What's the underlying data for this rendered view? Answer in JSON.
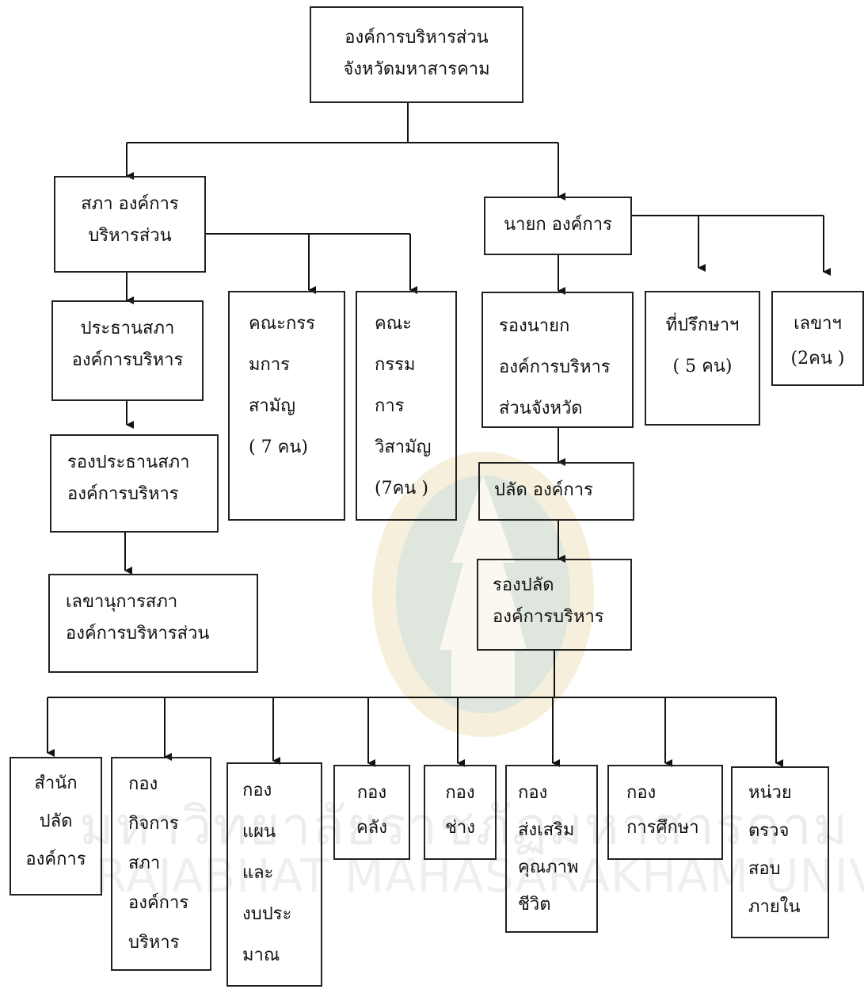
{
  "watermark": {
    "line1": "มหาวิทยาลัยราชภัฏมหาสารคาม",
    "line2": "RAJABHAT MAHASARAKHAM UNIVERSITY"
  },
  "boxes": {
    "root": "องค์การบริหารส่วน\nจังหวัดมหาสารคาม",
    "council": "สภา องค์การ\nบริหารส่วน",
    "council_chair": "ประธานสภา\nองค์การบริหาร",
    "council_vice_chair": "รองประธานสภา\nองค์การบริหาร",
    "council_secretary": "เลขานุการสภา\nองค์การบริหารส่วน",
    "standing_committee": "คณะกรร\nมการ\nสามัญ\n( 7 คน)",
    "special_committee": "คณะ\nกรรม\nการ\nวิสามัญ\n(7คน )",
    "chief_executive": "นายก องค์การ",
    "vice_chief_executive": "รองนายก\nองค์การบริหาร\nส่วนจังหวัด",
    "advisors": "ที่ปรึกษาฯ\n( 5 คน)",
    "secretaries": "เลขาฯ\n(2คน )",
    "permanent_secretary": "ปลัด องค์การ",
    "deputy_permanent_secretary": "รองปลัด\nองค์การบริหาร",
    "office_of_permanent_secretary": "สำนัก\nปลัด\nองค์การ",
    "division_council_affairs": "กอง\nกิจการ\nสภา\nองค์การ\nบริหาร",
    "division_plan_budget": "กอง\nแผน\nและ\nงบประ\nมาณ",
    "division_finance": "กอง\nคลัง",
    "division_engineering": "กอง\nช่าง",
    "division_quality_of_life": "กอง\nส่งเสริม\nคุณภาพ\nชีวิต",
    "division_education": "กอง\nการศึกษา",
    "unit_internal_audit": "หน่วย\nตรวจ\nสอบ\nภายใน"
  }
}
